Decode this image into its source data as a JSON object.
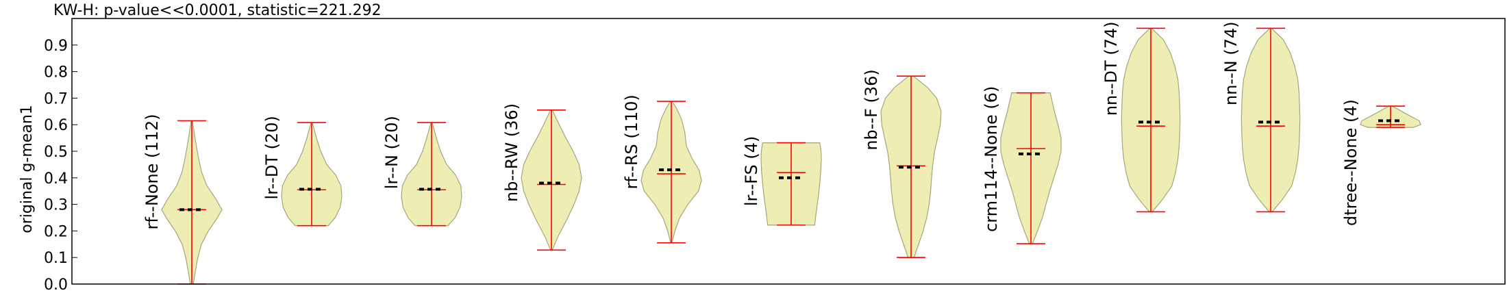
{
  "chart_data": {
    "type": "violin",
    "title": "KW-H: p-value<<0.0001, statistic=221.292",
    "ylabel": "original g-mean1",
    "ylim": [
      0.0,
      1.0
    ],
    "yticks": [
      "0.0",
      "0.1",
      "0.2",
      "0.3",
      "0.4",
      "0.5",
      "0.6",
      "0.7",
      "0.8",
      "0.9"
    ],
    "grid": false,
    "colors": {
      "fill": "#eeeeb4",
      "edge": "#a5a57a",
      "whisker": "#ff0000",
      "mean": "#000000"
    },
    "violins": [
      {
        "label": "rf--None (112)",
        "min": 0.0,
        "max": 0.615,
        "median": 0.28,
        "mean": 0.28,
        "profile": [
          [
            0.0,
            0.05
          ],
          [
            0.05,
            0.12
          ],
          [
            0.1,
            0.2
          ],
          [
            0.15,
            0.32
          ],
          [
            0.2,
            0.55
          ],
          [
            0.25,
            0.85
          ],
          [
            0.28,
            1.0
          ],
          [
            0.32,
            0.8
          ],
          [
            0.37,
            0.5
          ],
          [
            0.42,
            0.33
          ],
          [
            0.47,
            0.23
          ],
          [
            0.52,
            0.15
          ],
          [
            0.57,
            0.08
          ],
          [
            0.615,
            0.02
          ]
        ]
      },
      {
        "label": "lr--DT (20)",
        "min": 0.22,
        "max": 0.608,
        "median": 0.355,
        "mean": 0.357,
        "profile": [
          [
            0.22,
            0.55
          ],
          [
            0.25,
            0.78
          ],
          [
            0.29,
            0.95
          ],
          [
            0.33,
            1.0
          ],
          [
            0.37,
            0.97
          ],
          [
            0.41,
            0.8
          ],
          [
            0.45,
            0.5
          ],
          [
            0.5,
            0.3
          ],
          [
            0.55,
            0.16
          ],
          [
            0.608,
            0.02
          ]
        ]
      },
      {
        "label": "lr--N (20)",
        "min": 0.22,
        "max": 0.608,
        "median": 0.355,
        "mean": 0.357,
        "profile": [
          [
            0.22,
            0.55
          ],
          [
            0.25,
            0.78
          ],
          [
            0.29,
            0.95
          ],
          [
            0.33,
            1.0
          ],
          [
            0.37,
            0.97
          ],
          [
            0.41,
            0.8
          ],
          [
            0.45,
            0.5
          ],
          [
            0.5,
            0.3
          ],
          [
            0.55,
            0.16
          ],
          [
            0.608,
            0.02
          ]
        ]
      },
      {
        "label": "nb--RW (36)",
        "min": 0.128,
        "max": 0.655,
        "median": 0.375,
        "mean": 0.38,
        "profile": [
          [
            0.128,
            0.03
          ],
          [
            0.18,
            0.22
          ],
          [
            0.24,
            0.5
          ],
          [
            0.3,
            0.75
          ],
          [
            0.35,
            0.92
          ],
          [
            0.4,
            1.0
          ],
          [
            0.45,
            0.92
          ],
          [
            0.5,
            0.72
          ],
          [
            0.55,
            0.48
          ],
          [
            0.6,
            0.26
          ],
          [
            0.655,
            0.03
          ]
        ]
      },
      {
        "label": "rf--RS (110)",
        "min": 0.155,
        "max": 0.688,
        "median": 0.415,
        "mean": 0.43,
        "profile": [
          [
            0.155,
            0.02
          ],
          [
            0.2,
            0.12
          ],
          [
            0.25,
            0.28
          ],
          [
            0.3,
            0.55
          ],
          [
            0.35,
            0.9
          ],
          [
            0.39,
            1.0
          ],
          [
            0.43,
            0.92
          ],
          [
            0.47,
            0.7
          ],
          [
            0.52,
            0.5
          ],
          [
            0.57,
            0.45
          ],
          [
            0.62,
            0.34
          ],
          [
            0.66,
            0.18
          ],
          [
            0.688,
            0.03
          ]
        ]
      },
      {
        "label": "lr--FS (4)",
        "min": 0.222,
        "max": 0.532,
        "median": 0.42,
        "mean": 0.4,
        "profile": [
          [
            0.222,
            0.78
          ],
          [
            0.27,
            0.83
          ],
          [
            0.32,
            0.89
          ],
          [
            0.37,
            0.94
          ],
          [
            0.42,
            0.98
          ],
          [
            0.47,
            1.0
          ],
          [
            0.5,
            0.99
          ],
          [
            0.532,
            0.95
          ]
        ]
      },
      {
        "label": "nb--F (36)",
        "min": 0.1,
        "max": 0.783,
        "median": 0.445,
        "mean": 0.44,
        "profile": [
          [
            0.1,
            0.1
          ],
          [
            0.15,
            0.25
          ],
          [
            0.2,
            0.4
          ],
          [
            0.25,
            0.52
          ],
          [
            0.3,
            0.6
          ],
          [
            0.35,
            0.65
          ],
          [
            0.4,
            0.68
          ],
          [
            0.45,
            0.72
          ],
          [
            0.5,
            0.78
          ],
          [
            0.55,
            0.88
          ],
          [
            0.6,
            0.97
          ],
          [
            0.65,
            1.0
          ],
          [
            0.7,
            0.85
          ],
          [
            0.74,
            0.55
          ],
          [
            0.783,
            0.08
          ]
        ]
      },
      {
        "label": "crm114--None (6)",
        "min": 0.152,
        "max": 0.72,
        "median": 0.51,
        "mean": 0.49,
        "profile": [
          [
            0.152,
            0.05
          ],
          [
            0.2,
            0.22
          ],
          [
            0.25,
            0.38
          ],
          [
            0.3,
            0.5
          ],
          [
            0.35,
            0.62
          ],
          [
            0.4,
            0.76
          ],
          [
            0.45,
            0.9
          ],
          [
            0.5,
            1.0
          ],
          [
            0.55,
            1.0
          ],
          [
            0.6,
            0.9
          ],
          [
            0.65,
            0.78
          ],
          [
            0.7,
            0.68
          ],
          [
            0.72,
            0.64
          ]
        ]
      },
      {
        "label": "nn--DT (74)",
        "min": 0.272,
        "max": 0.963,
        "median": 0.595,
        "mean": 0.61,
        "profile": [
          [
            0.272,
            0.05
          ],
          [
            0.32,
            0.4
          ],
          [
            0.37,
            0.7
          ],
          [
            0.42,
            0.82
          ],
          [
            0.47,
            0.9
          ],
          [
            0.52,
            0.94
          ],
          [
            0.57,
            0.96
          ],
          [
            0.62,
            0.97
          ],
          [
            0.67,
            0.96
          ],
          [
            0.72,
            0.94
          ],
          [
            0.77,
            0.9
          ],
          [
            0.82,
            0.8
          ],
          [
            0.87,
            0.65
          ],
          [
            0.92,
            0.42
          ],
          [
            0.963,
            0.03
          ]
        ]
      },
      {
        "label": "nn--N (74)",
        "min": 0.272,
        "max": 0.963,
        "median": 0.595,
        "mean": 0.61,
        "profile": [
          [
            0.272,
            0.05
          ],
          [
            0.32,
            0.4
          ],
          [
            0.37,
            0.7
          ],
          [
            0.42,
            0.82
          ],
          [
            0.47,
            0.9
          ],
          [
            0.52,
            0.94
          ],
          [
            0.57,
            0.96
          ],
          [
            0.62,
            0.97
          ],
          [
            0.67,
            0.96
          ],
          [
            0.72,
            0.94
          ],
          [
            0.77,
            0.9
          ],
          [
            0.82,
            0.8
          ],
          [
            0.87,
            0.65
          ],
          [
            0.92,
            0.42
          ],
          [
            0.963,
            0.03
          ]
        ]
      },
      {
        "label": "dtree--None (4)",
        "min": 0.59,
        "max": 0.67,
        "median": 0.6,
        "mean": 0.615,
        "profile": [
          [
            0.59,
            0.75
          ],
          [
            0.6,
            1.0
          ],
          [
            0.615,
            0.95
          ],
          [
            0.63,
            0.7
          ],
          [
            0.645,
            0.45
          ],
          [
            0.66,
            0.22
          ],
          [
            0.67,
            0.04
          ]
        ]
      }
    ]
  }
}
